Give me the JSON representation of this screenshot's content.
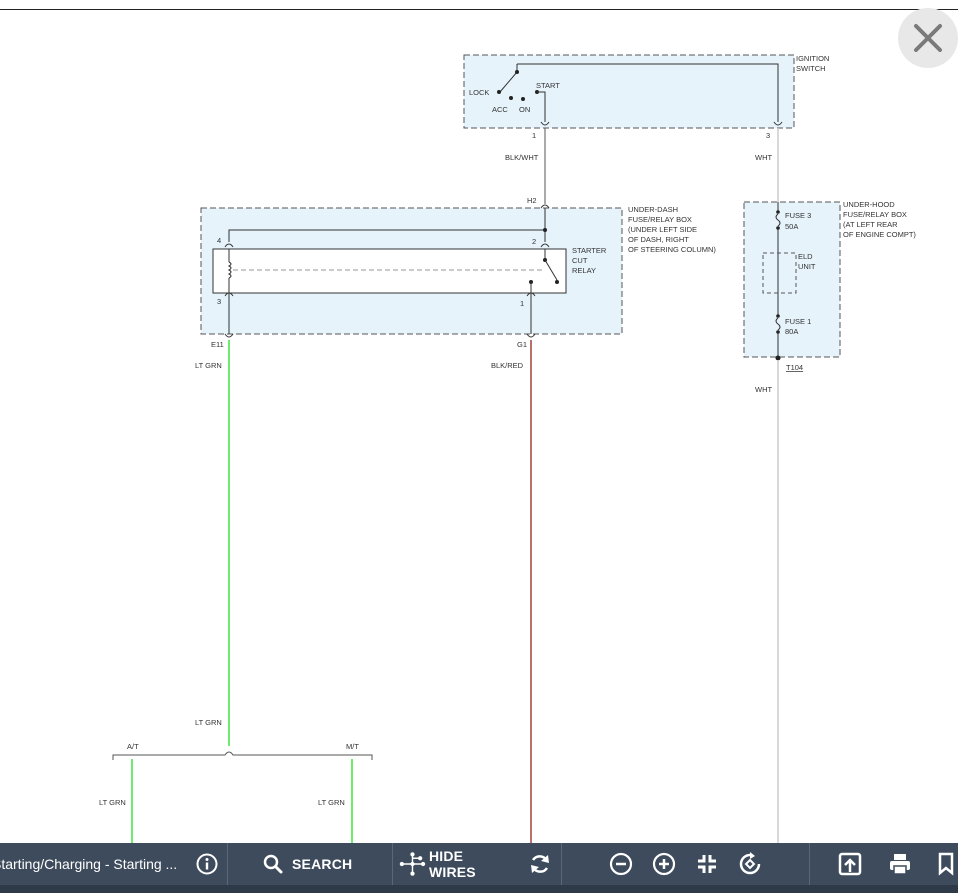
{
  "diagram": {
    "ignition_switch": {
      "label_line1": "IGNITION",
      "label_line2": "SWITCH",
      "positions": {
        "lock": "LOCK",
        "acc": "ACC",
        "on": "ON",
        "start": "START"
      },
      "pin1": "1",
      "pin3": "3"
    },
    "wires": {
      "blk_wht": "BLK/WHT",
      "wht_top": "WHT",
      "wht_bottom": "WHT",
      "lt_grn_upper": "LT GRN",
      "lt_grn_lower": "LT GRN",
      "blk_red": "BLK/RED",
      "lt_grn_at": "LT GRN",
      "lt_grn_mt": "LT GRN"
    },
    "under_dash_box": {
      "lines": [
        "UNDER-DASH",
        "FUSE/RELAY BOX",
        "(UNDER LEFT SIDE",
        "OF DASH, RIGHT",
        "OF STEERING COLUMN)"
      ],
      "connector_h2": "H2",
      "connector_e11": "E11",
      "connector_g1": "G1",
      "pin4": "4",
      "pin2": "2",
      "pin3": "3",
      "pin1": "1"
    },
    "starter_cut_relay": {
      "line1": "STARTER",
      "line2": "CUT",
      "line3": "RELAY"
    },
    "under_hood_box": {
      "lines": [
        "UNDER-HOOD",
        "FUSE/RELAY BOX",
        "(AT LEFT REAR",
        "OF ENGINE COMPT)"
      ],
      "fuse3_name": "FUSE 3",
      "fuse3_rating": "50A",
      "eld_line1": "ELD",
      "eld_line2": "UNIT",
      "fuse1_name": "FUSE 1",
      "fuse1_rating": "80A",
      "junction": "T104"
    },
    "branches": {
      "at": "A/T",
      "mt": "M/T"
    }
  },
  "toolbar": {
    "title": "Starting/Charging - Starting ...",
    "search_label": "SEARCH",
    "hide_wires_label": "HIDE WIRES"
  },
  "colors": {
    "lt_grn_wire": "#3ee63e",
    "blk_red_wire": "#a0443a",
    "wht_wire": "#cccccc",
    "box_fill": "#e6f3fb",
    "toolbar_bg": "#3d4b5c"
  },
  "icons": {
    "close": "close-icon",
    "info": "info-icon",
    "search": "search-icon",
    "hide_wires": "hide-wires-icon",
    "refresh": "refresh-icon",
    "zoom_out": "zoom-out-icon",
    "zoom_in": "zoom-in-icon",
    "fit": "fit-screen-icon",
    "reset_view": "reset-view-icon",
    "share": "share-icon",
    "print": "print-icon",
    "bookmark": "bookmark-icon"
  }
}
